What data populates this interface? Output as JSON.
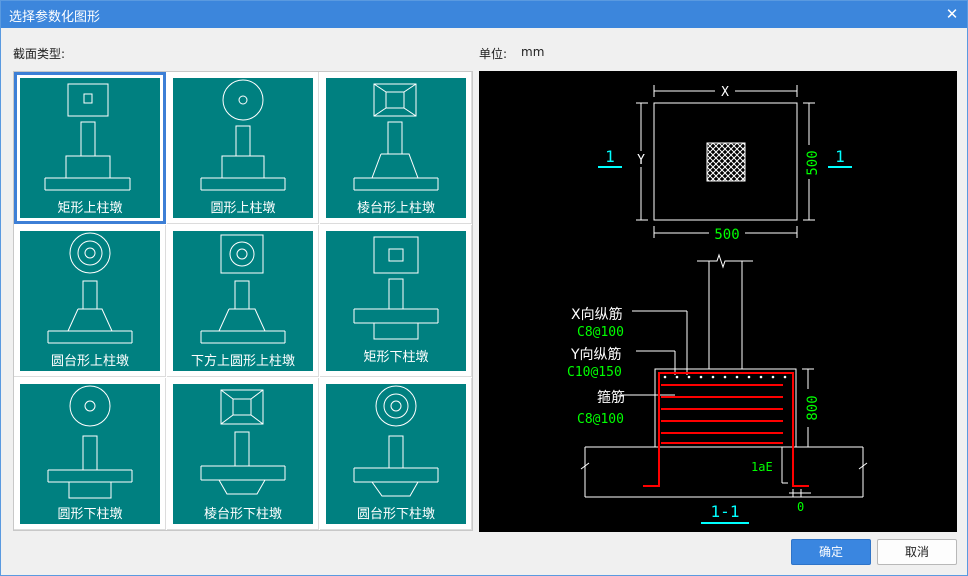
{
  "window": {
    "title": "选择参数化图形",
    "close_glyph": "✕"
  },
  "section_label": "截面类型:",
  "unit_label": "单位:",
  "unit_value": "mm",
  "shapes": [
    {
      "label": "矩形上柱墩",
      "selected": true
    },
    {
      "label": "圆形上柱墩",
      "selected": false
    },
    {
      "label": "棱台形上柱墩",
      "selected": false
    },
    {
      "label": "圆台形上柱墩",
      "selected": false
    },
    {
      "label": "下方上圆形上柱墩",
      "selected": false
    },
    {
      "label": "矩形下柱墩",
      "selected": false
    },
    {
      "label": "圆形下柱墩",
      "selected": false
    },
    {
      "label": "棱台形下柱墩",
      "selected": false
    },
    {
      "label": "圆台形下柱墩",
      "selected": false
    }
  ],
  "preview": {
    "dim_x": "X",
    "dim_y": "Y",
    "dim_width": "500",
    "dim_depth": "500",
    "section_mark": "1",
    "x_bar_label": "X向纵筋",
    "x_bar_value": "C8@100",
    "y_bar_label": "Y向纵筋",
    "y_bar_value": "C10@150",
    "stirrup_label": "箍筋",
    "stirrup_value": "C8@100",
    "height_value": "800",
    "anchor_label": "1aE",
    "zero_label": "0",
    "section_title": "1-1",
    "colors": {
      "white": "#ffffff",
      "cyan": "#00ffff",
      "green": "#00ff00",
      "red": "#ff0000"
    }
  },
  "buttons": {
    "ok": "确定",
    "cancel": "取消"
  }
}
